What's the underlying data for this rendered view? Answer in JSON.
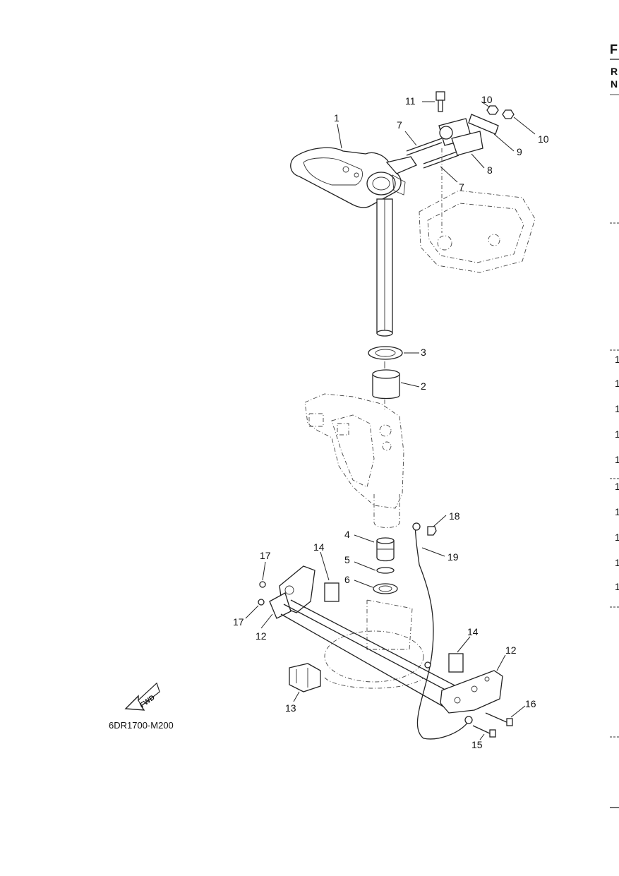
{
  "diagram": {
    "callouts": [
      "1",
      "2",
      "3",
      "4",
      "5",
      "6",
      "7",
      "7",
      "8",
      "9",
      "10",
      "10",
      "11",
      "12",
      "12",
      "13",
      "14",
      "14",
      "15",
      "16",
      "17",
      "17",
      "18",
      "19"
    ],
    "drawing_code": "6DR1700-M200",
    "fwd_arrow_text": "FWD"
  },
  "right_edge": {
    "letters": [
      "F",
      "R",
      "N"
    ],
    "numbers": [
      "1",
      "1",
      "1",
      "1",
      "1",
      "1",
      "1",
      "1",
      "1",
      "1"
    ]
  }
}
